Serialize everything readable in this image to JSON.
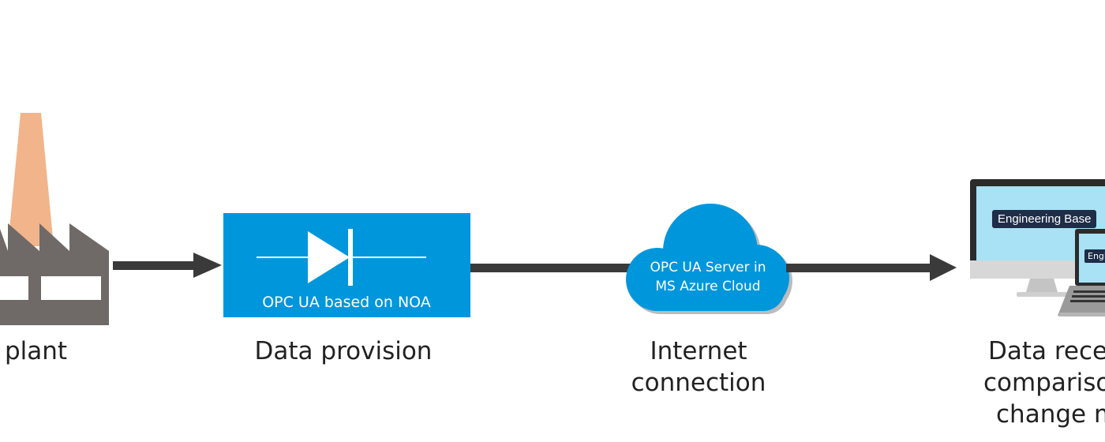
{
  "stages": {
    "plant": {
      "caption": "plant"
    },
    "provision": {
      "caption": "Data provision",
      "box_label_pre": "OPC UA ",
      "box_label_mid": "based on ",
      "box_label_post": "NOA"
    },
    "internet": {
      "caption_line1": "Internet",
      "caption_line2": "connection",
      "cloud_line1": "OPC UA Server in",
      "cloud_line2": "MS Azure Cloud"
    },
    "reception": {
      "caption_line1": "Data recep",
      "caption_line2": "comparison",
      "caption_line3": "change m",
      "screen_badge": "Engineering Base",
      "laptop_badge": "Engi"
    }
  },
  "colors": {
    "box_blue": "#0096dc",
    "arrow": "#3a3a3a",
    "factory": "#6f6a68",
    "chimney": "#f2b48a",
    "screen": "#a8e2f4"
  },
  "icons": [
    "factory-icon",
    "diode-icon",
    "cloud-icon",
    "monitor-icon",
    "laptop-icon"
  ]
}
